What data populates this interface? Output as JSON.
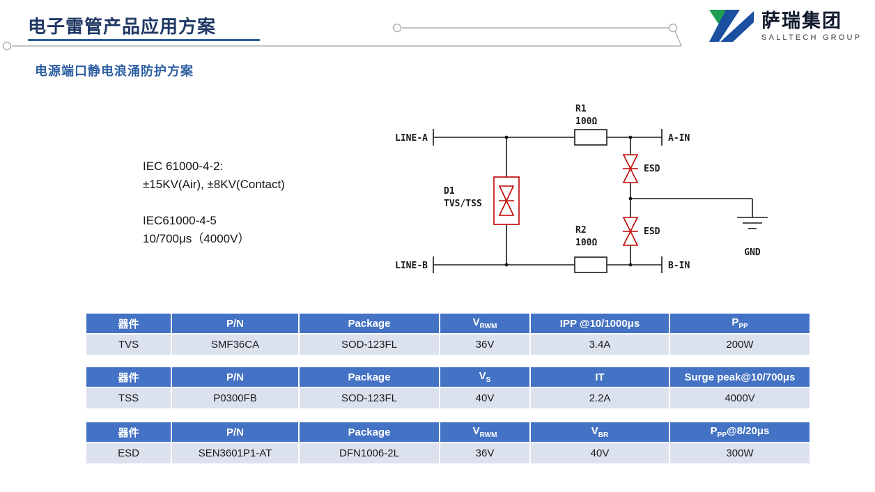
{
  "header": {
    "title": "电子雷管产品应用方案",
    "subtitle": "电源端口静电浪涌防护方案"
  },
  "logo": {
    "company": "萨瑞集团",
    "group": "SALLTECH GROUP"
  },
  "specs": {
    "line1": "IEC 61000-4-2:",
    "line2": "±15KV(Air), ±8KV(Contact)",
    "line3": "IEC61000-4-5",
    "line4": "10/700μs（4000V）"
  },
  "circuit": {
    "line_a": "LINE-A",
    "line_b": "LINE-B",
    "a_in": "A-IN",
    "b_in": "B-IN",
    "r1": "R1",
    "r1_value": "100Ω",
    "r2": "R2",
    "r2_value": "100Ω",
    "d1": "D1",
    "d1_type": "TVS/TSS",
    "esd1": "ESD",
    "esd2": "ESD",
    "gnd": "GND"
  },
  "tables": [
    {
      "headers": [
        {
          "text": "器件"
        },
        {
          "text": "P/N"
        },
        {
          "text": "Package"
        },
        {
          "base": "V",
          "sub": "RWM"
        },
        {
          "text": "IPP @10/1000μs"
        },
        {
          "base": "P",
          "sub": "PP"
        }
      ],
      "row": [
        "TVS",
        "SMF36CA",
        "SOD-123FL",
        "36V",
        "3.4A",
        "200W"
      ]
    },
    {
      "headers": [
        {
          "text": "器件"
        },
        {
          "text": "P/N"
        },
        {
          "text": "Package"
        },
        {
          "base": "V",
          "sub": "S"
        },
        {
          "text": "IT"
        },
        {
          "text": "Surge peak@10/700μs"
        }
      ],
      "row": [
        "TSS",
        "P0300FB",
        "SOD-123FL",
        "40V",
        "2.2A",
        "4000V"
      ]
    },
    {
      "headers": [
        {
          "text": "器件"
        },
        {
          "text": "P/N"
        },
        {
          "text": "Package"
        },
        {
          "base": "V",
          "sub": "RWM"
        },
        {
          "base": "V",
          "sub": "BR"
        },
        {
          "base": "P",
          "sub": "PP",
          "suffix": "@8/20μs"
        }
      ],
      "row": [
        "ESD",
        "SEN3601P1-AT",
        "DFN1006-2L",
        "36V",
        "40V",
        "300W"
      ]
    }
  ],
  "colors": {
    "title_navy": "#203864",
    "subtitle_blue": "#2e5fa3",
    "table_header_bg": "#4472c4",
    "table_row_bg": "#dbe2ee",
    "diode_red": "#c00000",
    "logo_green": "#1d9e53",
    "logo_blue": "#1b4fa0"
  }
}
